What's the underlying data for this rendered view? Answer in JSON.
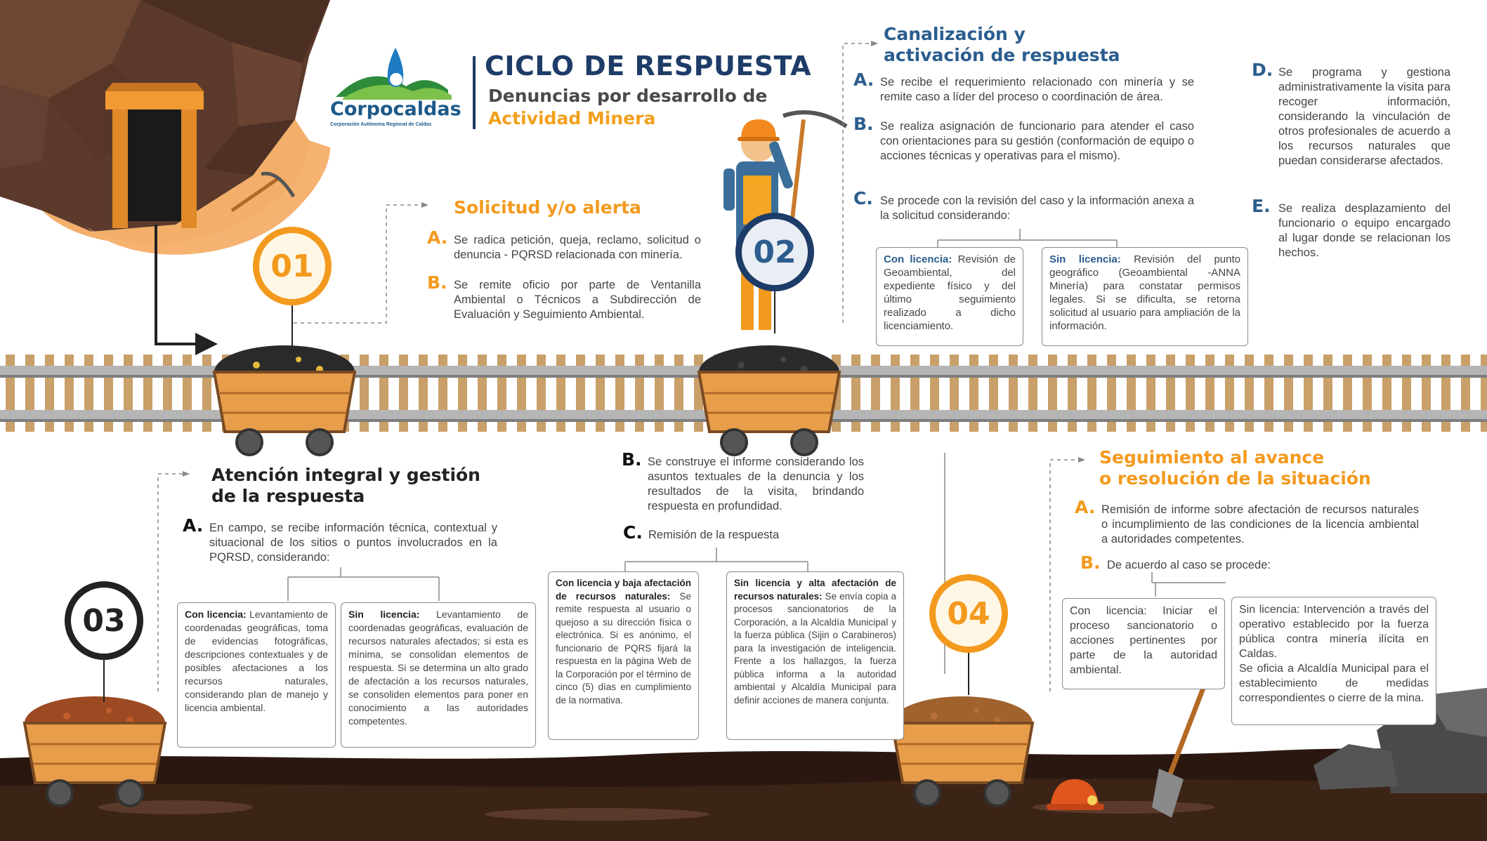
{
  "logo": {
    "name": "Corpocaldas",
    "tagline": "Corporación Autónoma Regional de Caldas"
  },
  "header": {
    "title": "CICLO DE RESPUESTA",
    "subtitle_line1": "Denuncias por desarrollo de",
    "subtitle_line2": "Actividad Minera"
  },
  "colors": {
    "orange": "#f39a1e",
    "blue": "#2b5d8e",
    "navy": "#1d3c67",
    "dark": "#222222"
  },
  "steps": {
    "s01": {
      "badge": "01",
      "title": "Solicitud y/o alerta",
      "items": [
        {
          "letter": "A.",
          "text": "Se radica petición, queja, reclamo, solicitud o denuncia - PQRSD relacionada con minería."
        },
        {
          "letter": "B.",
          "text": "Se remite oficio por parte de Ventanilla Ambiental o Técnicos a Subdirección de Evaluación y Seguimiento Ambiental."
        }
      ]
    },
    "s02": {
      "badge": "02",
      "title_line1": "Canalización y",
      "title_line2": "activación de respuesta",
      "items": [
        {
          "letter": "A.",
          "text": "Se recibe el requerimiento relacionado con minería y se remite caso a líder del proceso o coordinación de área."
        },
        {
          "letter": "B.",
          "text": "Se realiza asignación de funcionario para atender el caso con orientaciones para su gestión (conformación de equipo o acciones técnicas y operativas para el mismo)."
        },
        {
          "letter": "C.",
          "text": "Se procede con la revisión del caso y la información anexa a la solicitud considerando:"
        },
        {
          "letter": "D.",
          "text": "Se programa y gestiona administrativamente la visita para recoger información, considerando la vinculación de otros profesionales de acuerdo a los recursos naturales que puedan considerarse afectados."
        },
        {
          "letter": "E.",
          "text": "Se realiza desplazamiento del funcionario o equipo encargado al lugar donde se relacionan los hechos."
        }
      ],
      "box_con": {
        "label": "Con licencia:",
        "text": " Revisión de Geoambiental, del expediente físico y del último seguimiento realizado a dicho licenciamiento."
      },
      "box_sin": {
        "label": "Sin licencia:",
        "text": " Revisión del punto geográfico (Geoambiental -ANNA Minería) para constatar permisos legales. Si se dificulta, se retorna solicitud al usuario para ampliación de la información."
      }
    },
    "s03": {
      "badge": "03",
      "title_line1": "Atención integral y gestión",
      "title_line2": "de la respuesta",
      "items": [
        {
          "letter": "A.",
          "text": "En campo, se recibe información técnica, contextual y situacional de los sitios o puntos involucrados en la PQRSD, considerando:"
        },
        {
          "letter": "B.",
          "text": "Se construye el informe considerando los asuntos textuales de la denuncia y los resultados de la visita, brindando respuesta en profundidad."
        },
        {
          "letter": "C.",
          "text": "Remisión de la respuesta"
        }
      ],
      "box_con": {
        "label": "Con licencia:",
        "text": " Levantamiento de coordenadas geográficas, toma de evidencias fotográficas, descripciones contextuales y de posibles afectaciones a los recursos naturales, considerando plan de manejo y licencia ambiental."
      },
      "box_sin": {
        "label": "Sin licencia:",
        "text": " Levantamiento de coordenadas geográficas, evaluación de recursos naturales afectados; si esta es mínima, se consolidan elementos de respuesta. Si se determina un alto grado de afectación a los recursos naturales, se consoliden elementos para poner en conocimiento a las autoridades competentes."
      },
      "box_baja": {
        "label": "Con licencia y baja afectación de recursos naturales:",
        "text": " Se remite respuesta al usuario o quejoso a su dirección física o electrónica. Si es anónimo, el funcionario de PQRS fijará la respuesta en la página Web de la Corporación por el término de cinco (5) días en cumplimiento de la normativa."
      },
      "box_alta": {
        "label": "Sin licencia y alta afectación de recursos naturales:",
        "text": " Se envía copia a procesos sancionatorios de la Corporación, a la Alcaldía Municipal y la fuerza pública (Sijin o Carabineros) para la investigación de inteligencia. Frente a los hallazgos, la fuerza pública informa a la autoridad ambiental y Alcaldía Municipal para definir acciones de manera conjunta."
      }
    },
    "s04": {
      "badge": "04",
      "title_line1": "Seguimiento al avance",
      "title_line2": "o resolución de la situación",
      "items": [
        {
          "letter": "A.",
          "text": "Remisión de informe sobre afectación de recursos naturales o incumplimiento de las condiciones de la licencia ambiental a autoridades competentes."
        },
        {
          "letter": "B.",
          "text": "De acuerdo al caso se procede:"
        }
      ],
      "box_con": {
        "label": "",
        "text": "Con licencia: Iniciar el proceso sancionatorio o acciones pertinentes por parte de la autoridad ambiental."
      },
      "box_sin": {
        "label": "",
        "text": "Sin licencia: Intervención a través del operativo establecido por la fuerza pública contra minería ilícita en Caldas.",
        "text2": "Se oficia a Alcaldía Municipal para el establecimiento de medidas correspondientes o cierre de la mina."
      }
    }
  }
}
